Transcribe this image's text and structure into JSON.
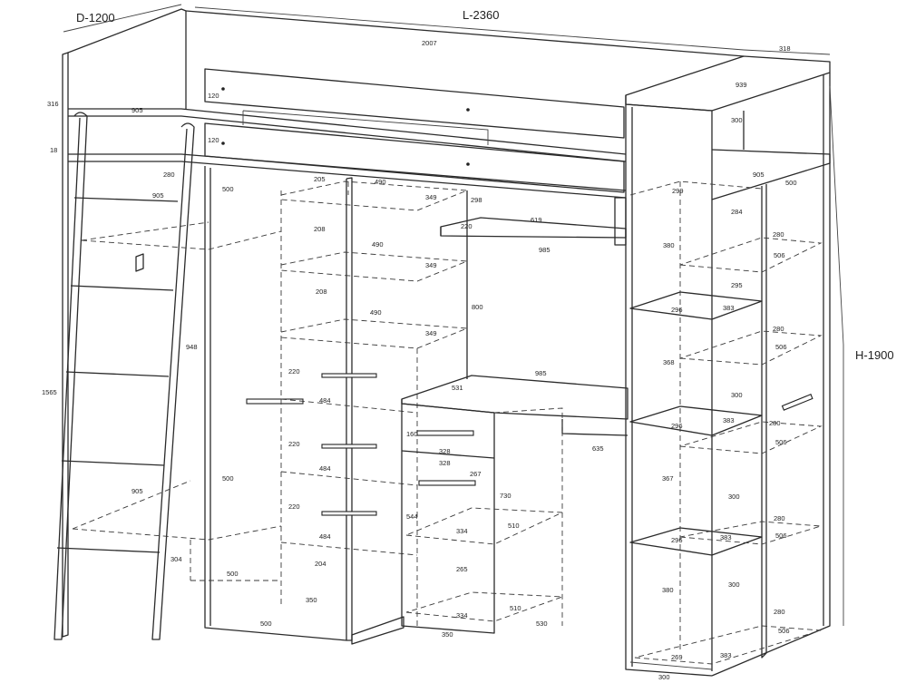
{
  "overall": {
    "depth": "D-1200",
    "length": "L-2360",
    "height": "H-1900"
  },
  "dimensions": {
    "bed_length": "2007",
    "bed_guard_left": "316",
    "bed_frame_thickness": "18",
    "bed_guard_height_top": "120",
    "bed_guard_height_bottom": "120",
    "bed_depth": "905",
    "ladder_total_height": "1565",
    "ladder_panel_height": "948",
    "ladder_top_gap": "280",
    "ladder_depth_top": "905",
    "ladder_depth_bottom": "905",
    "ladder_bottom_height": "304",
    "wardrobe_depth_top": "500",
    "wardrobe_depth_mid": "500",
    "wardrobe_depth_low": "500",
    "wardrobe_depth_base": "500",
    "top_shelf_width": "205",
    "shelf_col_depth_1": "490",
    "shelf_col_depth_2": "490",
    "shelf_col_depth_3": "490",
    "shelf_col_width_1": "349",
    "shelf_col_width_2": "349",
    "shelf_col_width_3": "349",
    "shelf_gap_1": "208",
    "shelf_gap_2": "208",
    "drawer_height_1": "220",
    "drawer_height_2": "220",
    "drawer_height_3": "220",
    "drawer_width_1": "484",
    "drawer_width_2": "484",
    "drawer_width_3": "484",
    "base_drawer_height": "204",
    "base_depth": "350",
    "desk_shelf_height": "298",
    "desk_shelf_depth": "220",
    "desk_shelf_width": "619",
    "desk_shelf_length": "985",
    "desk_clearance": "800",
    "desk_length": "985",
    "desk_depth": "531",
    "desk_leg_depth": "635",
    "drawer_top_height": "160",
    "drawer_top_width_a": "328",
    "drawer_top_width_b": "328",
    "cabinet_door_height": "267",
    "cabinet_height": "730",
    "cabinet_inner_height": "544",
    "cabinet_shelf_width": "334",
    "cabinet_shelf_depth": "510",
    "cabinet_low_height": "265",
    "cabinet_base_width": "334",
    "cabinet_base_depth": "510",
    "cabinet_base_outer": "530",
    "cabinet_plinth_width": "350",
    "tower_top_depth": "318",
    "tower_top_width": "939",
    "tower_top_height": "300",
    "tower_right_depth": "905",
    "tower_right_panel": "500",
    "tower_left_width": "299",
    "tower_left_gap_1": "284",
    "tower_left_h_1": "380",
    "tower_left_shelf_1": "296",
    "tower_left_shelf_2": "296",
    "tower_left_shelf_3": "296",
    "tower_left_bottom": "269",
    "tower_left_h_2": "368",
    "tower_left_h_3": "367",
    "tower_left_h_4": "380",
    "tower_mid_shelf_1": "383",
    "tower_mid_shelf_2": "383",
    "tower_mid_shelf_3": "383",
    "tower_mid_shelf_4": "383",
    "tower_right_gap_1": "295",
    "tower_right_gap_2": "300",
    "tower_right_gap_3": "300",
    "tower_right_gap_4": "300",
    "tower_right_w_1": "280",
    "tower_right_w_2": "280",
    "tower_right_w_3": "280",
    "tower_right_w_4": "280",
    "tower_right_w_5": "280",
    "tower_right_d_1": "506",
    "tower_right_d_2": "506",
    "tower_right_d_3": "506",
    "tower_right_d_4": "506",
    "tower_right_d_5": "506",
    "tower_base_width": "300"
  }
}
